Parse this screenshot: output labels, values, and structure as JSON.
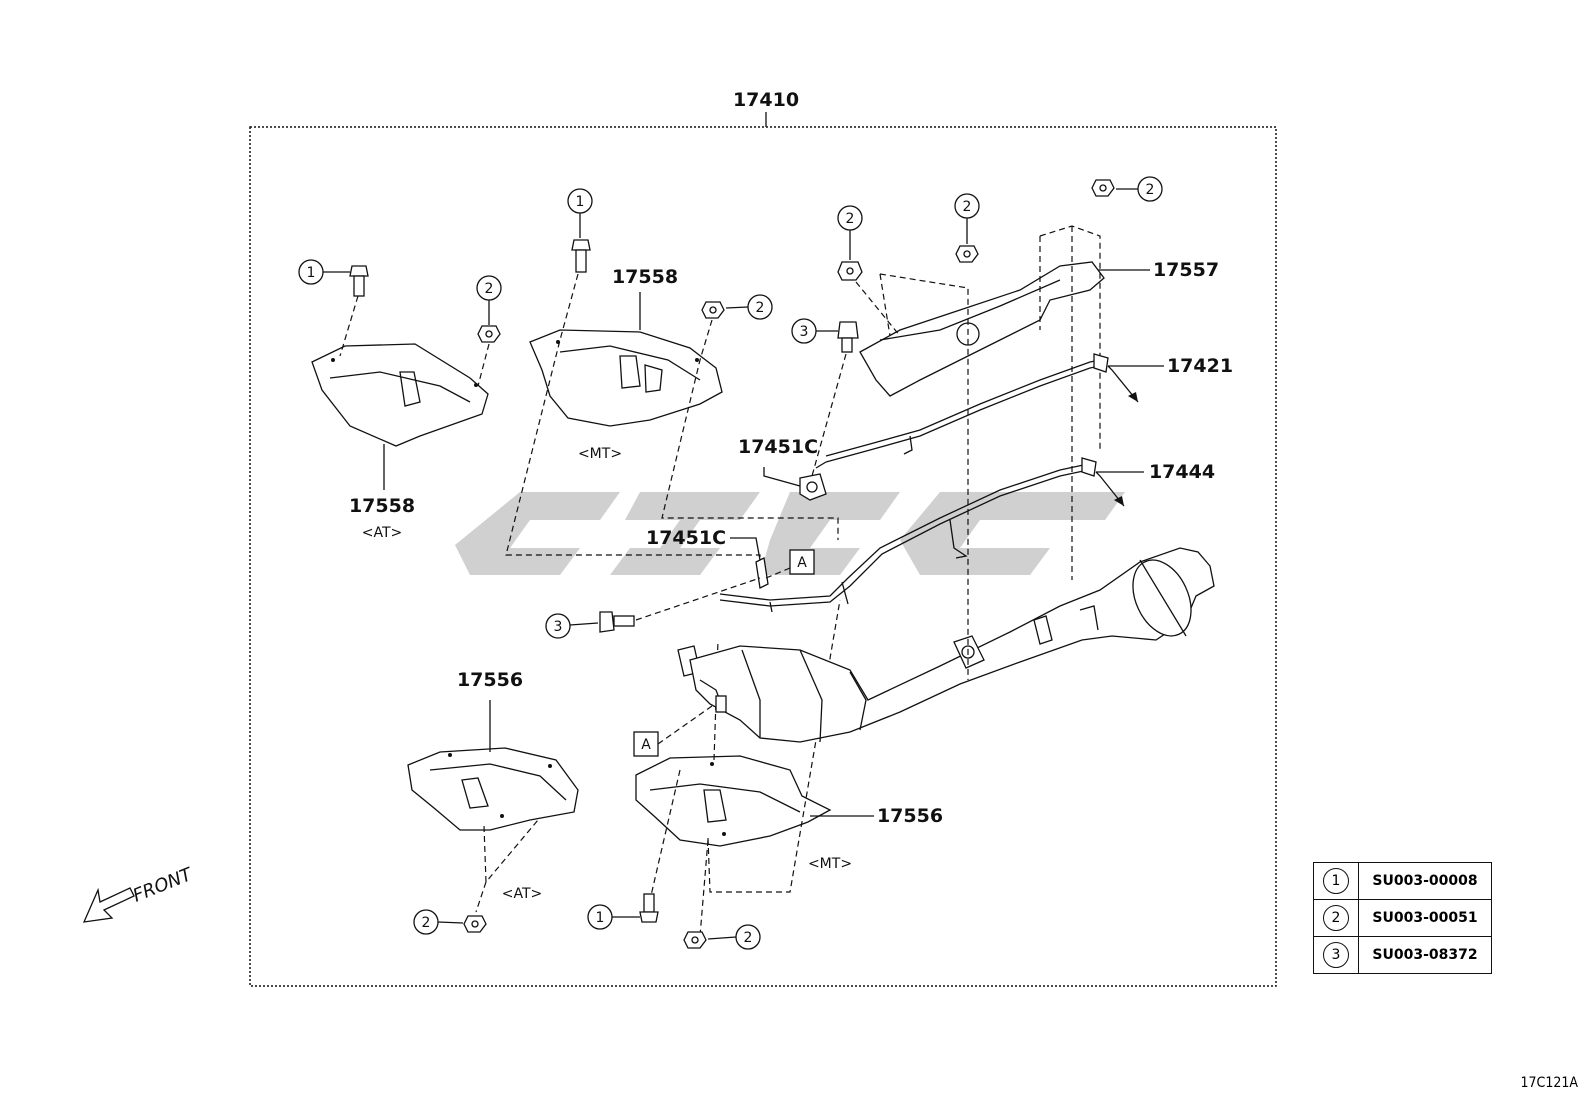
{
  "assembly_number": "17410",
  "parts": {
    "shield_at_upper": "17558",
    "shield_mt_upper": "17558",
    "shield_at_lower": "17556",
    "shield_mt_lower": "17556",
    "cover_rear": "17557",
    "bracket_upper": "17421",
    "bracket_lower": "17444",
    "gasket_1": "17451C",
    "gasket_2": "17451C"
  },
  "variants": {
    "at": "<AT>",
    "mt": "<MT>"
  },
  "ref_marks": {
    "a": "A"
  },
  "callouts": [
    "1",
    "2",
    "3"
  ],
  "fasteners_table": [
    {
      "num": "1",
      "code": "SU003-00008"
    },
    {
      "num": "2",
      "code": "SU003-00051"
    },
    {
      "num": "3",
      "code": "SU003-08372"
    }
  ],
  "front_label": "FRONT",
  "diagram_id": "17C121A"
}
